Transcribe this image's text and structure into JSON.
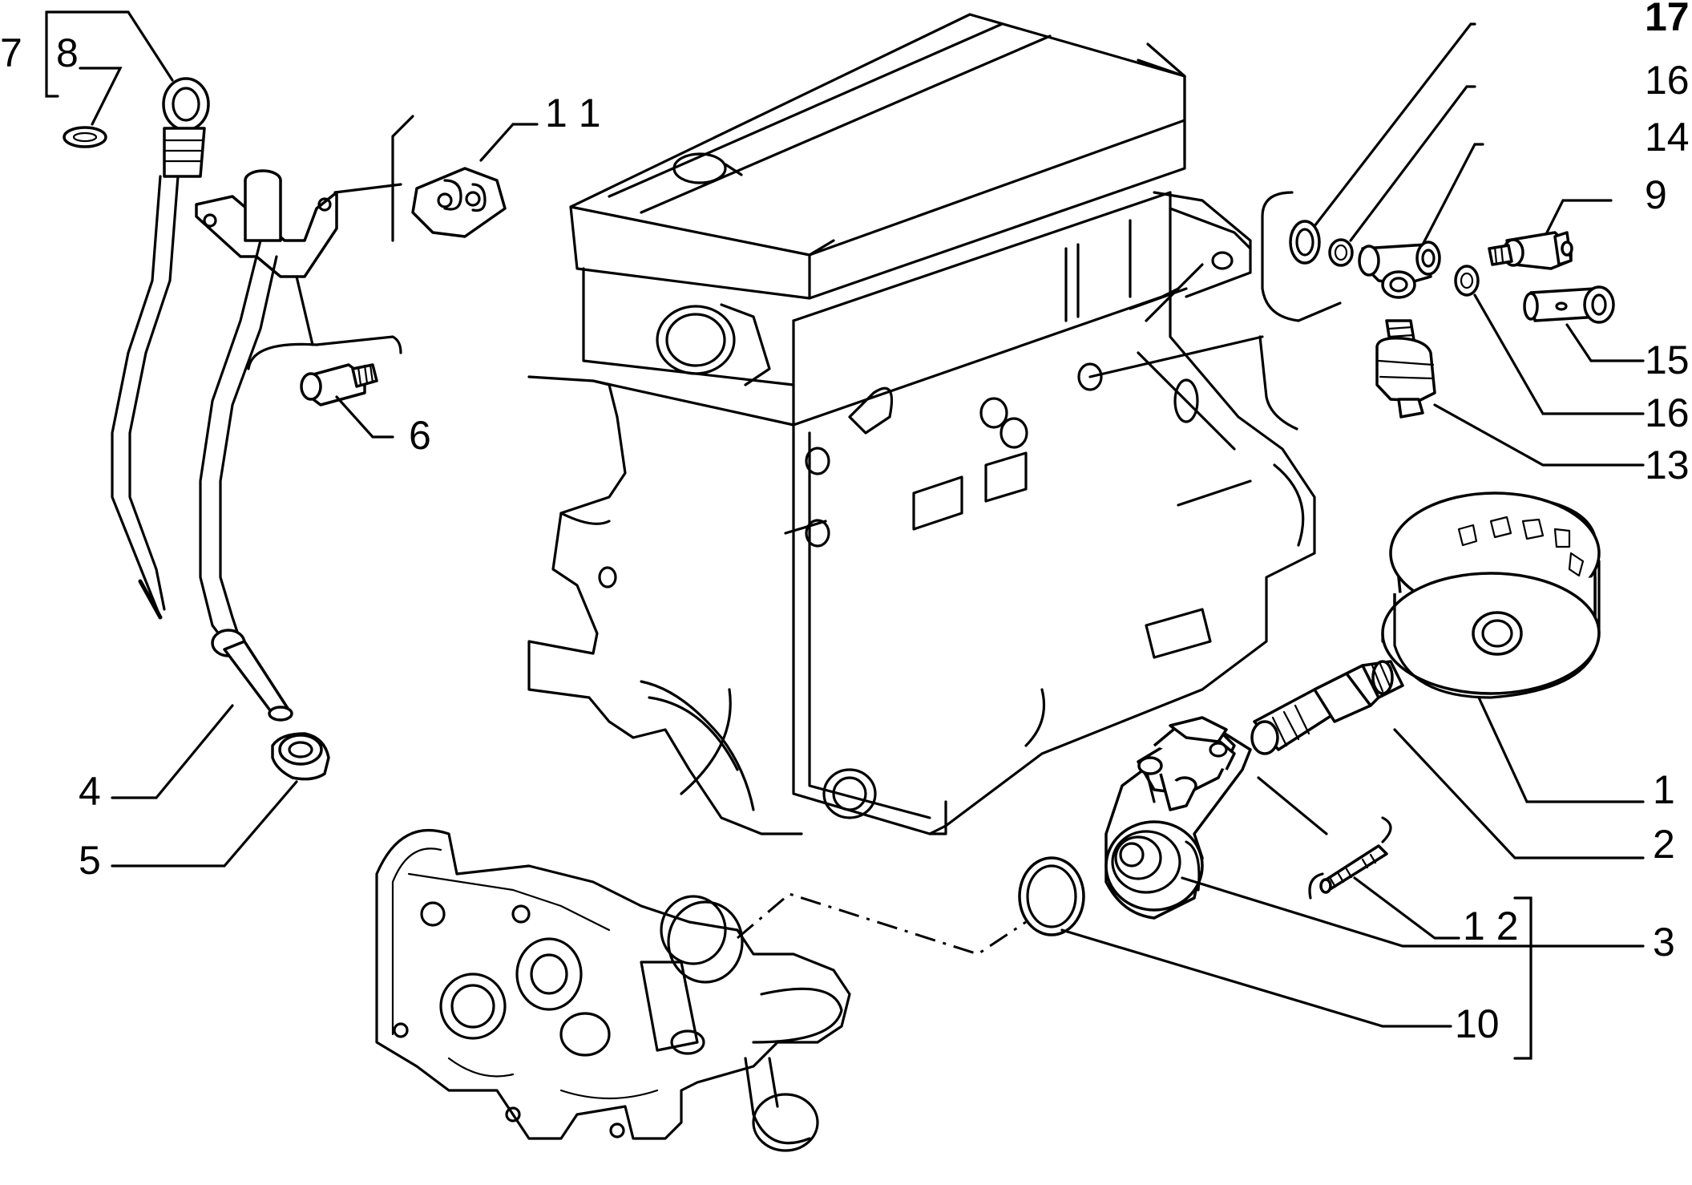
{
  "callouts": {
    "c1": "1",
    "c2": "2",
    "c3": "3",
    "c4": "4",
    "c5": "5",
    "c6": "6",
    "c7": "7",
    "c8": "8",
    "c9": "9",
    "c10": "10",
    "c11": "1 1",
    "c12": "1 2",
    "c13": "13",
    "c14": "14",
    "c15": "15",
    "c16a": "16",
    "c16b": "16",
    "c17": "17"
  }
}
